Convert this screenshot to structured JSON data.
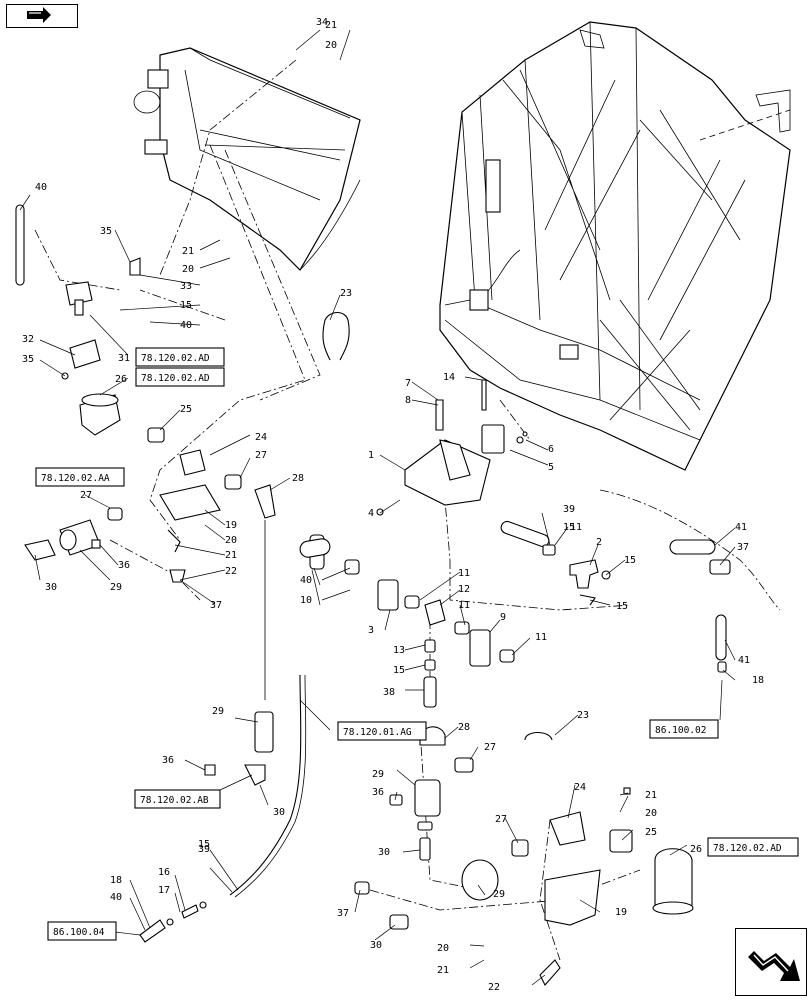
{
  "nav": {
    "prev_icon": "back-arrow-icon",
    "next_icon": "forward-arrow-icon"
  },
  "callouts": [
    "1",
    "2",
    "3",
    "4",
    "5",
    "6",
    "7",
    "8",
    "9",
    "10",
    "11",
    "11",
    "11",
    "11",
    "12",
    "13",
    "14",
    "15",
    "15",
    "15",
    "15",
    "15",
    "15",
    "16",
    "17",
    "18",
    "18",
    "19",
    "19",
    "20",
    "20",
    "20",
    "20",
    "20",
    "21",
    "21",
    "21",
    "21",
    "21",
    "22",
    "22",
    "23",
    "23",
    "24",
    "24",
    "25",
    "25",
    "26",
    "26",
    "27",
    "27",
    "27",
    "27",
    "28",
    "28",
    "29",
    "29",
    "29",
    "29",
    "30",
    "30",
    "30",
    "30",
    "31",
    "32",
    "33",
    "34",
    "35",
    "35",
    "36",
    "36",
    "36",
    "37",
    "37",
    "37",
    "38",
    "39",
    "39",
    "40",
    "40",
    "40",
    "40",
    "41",
    "41"
  ],
  "reference_boxes": [
    "78.120.02.AD",
    "78.120.02.AD",
    "78.120.02.AA",
    "78.120.01.AG",
    "78.120.02.AB",
    "78.120.02.AD",
    "86.100.02",
    "86.100.04"
  ]
}
